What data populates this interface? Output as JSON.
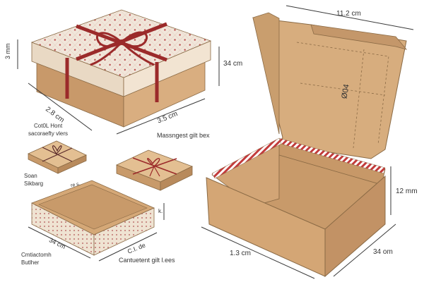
{
  "labels": {
    "large_lid_side_height": "3 mm",
    "large_box_height": "34 cm",
    "large_box_depth": "2.8 cm",
    "large_box_width": "3.5 cm",
    "caption_top_left_line1": "Cot0L Hont",
    "caption_top_left_line2": "sacoraefty vlers",
    "caption_center": "Massngest gilt bex",
    "mailer_width": "11.2 cm",
    "lid_marking": "Ø04",
    "mailer_height": "12 mm",
    "mailer_front_width": "1.3 cm",
    "mailer_depth": "34 om",
    "small_box_caption_line1": "Soan",
    "small_box_caption_line2": "Sikbarg",
    "tray_top_label": "re s.",
    "tray_side_label": "k.",
    "tray_depth": "34 cm",
    "tray_width": "C.I. de",
    "tray_caption_line1": "Cmtiactomh",
    "tray_caption_line2": "Butlher",
    "bottom_caption": "Cantuetent gilt l.ees"
  },
  "colors": {
    "kraft": "#d5a877",
    "kraft_dark": "#b88a5c",
    "kraft_light": "#e3bf92",
    "ribbon": "#9b2a2a",
    "pattern_lid": "#efe3d6",
    "stripe_red": "#c23b3b"
  }
}
